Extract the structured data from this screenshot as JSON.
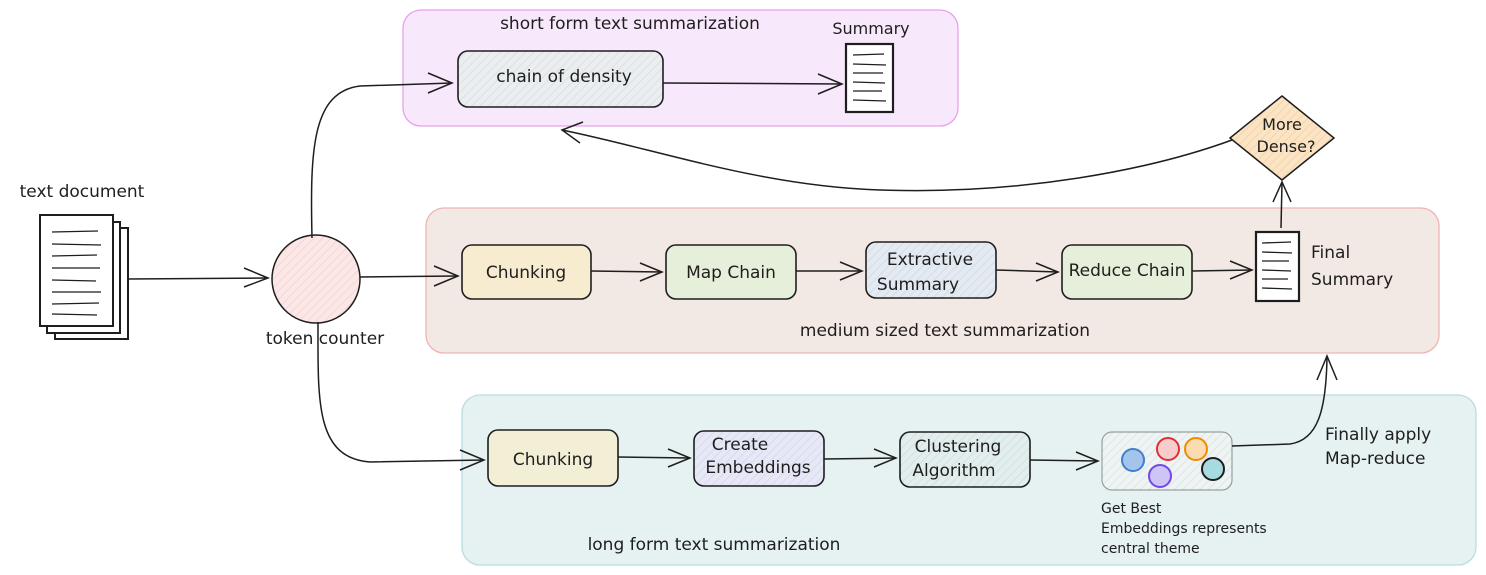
{
  "groups": {
    "short": "short form text summarization",
    "medium": "medium sized text summarization",
    "long": "long form text summarization"
  },
  "inputs": {
    "document": "text document",
    "token_counter": "token counter"
  },
  "short_flow": {
    "chain_of_density": "chain of density",
    "summary": "Summary"
  },
  "medium_flow": {
    "chunking": "Chunking",
    "map_chain": "Map Chain",
    "extractive_summary": [
      "Extractive",
      "Summary"
    ],
    "reduce_chain": "Reduce Chain",
    "final_summary": [
      "Final",
      "Summary"
    ]
  },
  "decision": {
    "more_dense": [
      "More",
      "Dense?"
    ]
  },
  "long_flow": {
    "chunking": "Chunking",
    "create_embeddings": [
      "Create",
      "Embeddings"
    ],
    "clustering_algorithm": [
      "Clustering",
      "Algorithm"
    ],
    "best_embeddings": [
      "Get Best",
      "Embeddings represents",
      "central theme"
    ],
    "finally_apply": [
      "Finally apply",
      "Map-reduce"
    ]
  },
  "colors": {
    "short_bg": "#f8e8fb",
    "short_border": "#e8a0ec",
    "medium_bg": "#f2e8e4",
    "medium_border": "#efb4b4",
    "long_bg": "#e6f1f2",
    "long_border": "#b9dde0",
    "chunking": "#f8ecd0",
    "map": "#e6efd9",
    "extractive": "#e4eaf2",
    "reduce": "#e6efd9",
    "embed": "#e6e8f8",
    "cluster": "#e2eeee",
    "density": "#ebeef0",
    "decision": "#fce4c2",
    "token": "#fde6e6",
    "dot_blue": "#3f7fd0",
    "dot_red": "#e03131",
    "dot_orange": "#f08c00",
    "dot_purple": "#7048e8",
    "dot_teal": "#0c8599"
  }
}
